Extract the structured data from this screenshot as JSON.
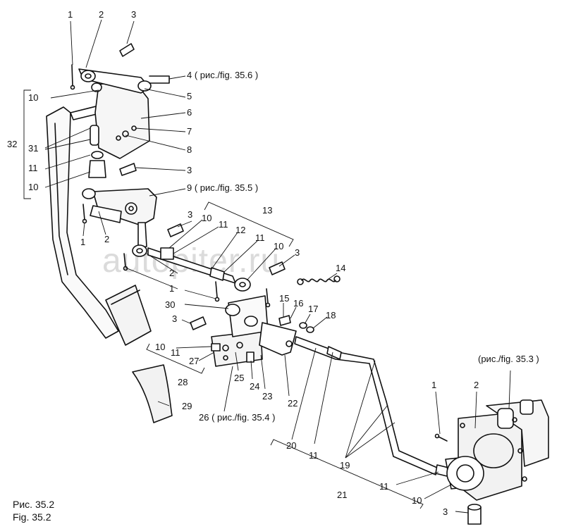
{
  "diagram": {
    "watermark": "autopiter.ru",
    "caption_ru": "Рис. 35.2",
    "caption_en": "Fig. 35.2",
    "labels": {
      "n1a": "1",
      "n2a": "2",
      "n3a": "3",
      "n4": "4 ( рис./fig. 35.6 )",
      "n10a": "10",
      "n5": "5",
      "n6": "6",
      "n7": "7",
      "n8": "8",
      "n32": "32",
      "n31": "31",
      "n11a": "11",
      "n3b": "3",
      "n10b": "10",
      "n9": "9 ( рис./fig. 35.5 )",
      "n13": "13",
      "n3c": "3",
      "n10c": "10",
      "n11b": "11",
      "n12": "12",
      "n2b": "2",
      "n1b": "1",
      "n11c": "11",
      "n10d": "10",
      "n3d": "3",
      "n14": "14",
      "n2c": "2",
      "n1c": "1",
      "n30": "30",
      "n15": "15",
      "n16": "16",
      "n17": "17",
      "n18": "18",
      "n3e": "3",
      "n10e": "10",
      "n11d": "11",
      "n27": "27",
      "n28": "28",
      "n25": "25",
      "n24": "24",
      "n23": "23",
      "n22": "22",
      "n29": "29",
      "n26": "26 ( рис./fig. 35.4 )",
      "n20": "20",
      "n11e": "11",
      "n19": "19",
      "n35_3": "(рис./fig. 35.3 )",
      "n1d": "1",
      "n2d": "2",
      "n11f": "11",
      "n10f": "10",
      "n21": "21",
      "n3f": "3"
    }
  }
}
